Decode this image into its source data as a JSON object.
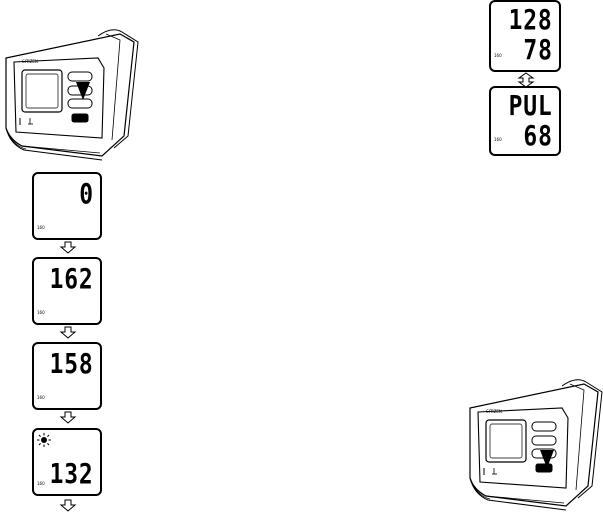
{
  "device": {
    "brand": "CITIZEN"
  },
  "sequence": [
    {
      "value": "0",
      "scale": "160"
    },
    {
      "value": "162",
      "scale": "160"
    },
    {
      "value": "158",
      "scale": "160"
    },
    {
      "value": "132",
      "scale": "160",
      "icon": "heart-sun-icon"
    }
  ],
  "results": {
    "systolic": "128",
    "diastolic": "78",
    "pulse_label": "PUL",
    "pulse_value": "68",
    "scale": "160"
  }
}
